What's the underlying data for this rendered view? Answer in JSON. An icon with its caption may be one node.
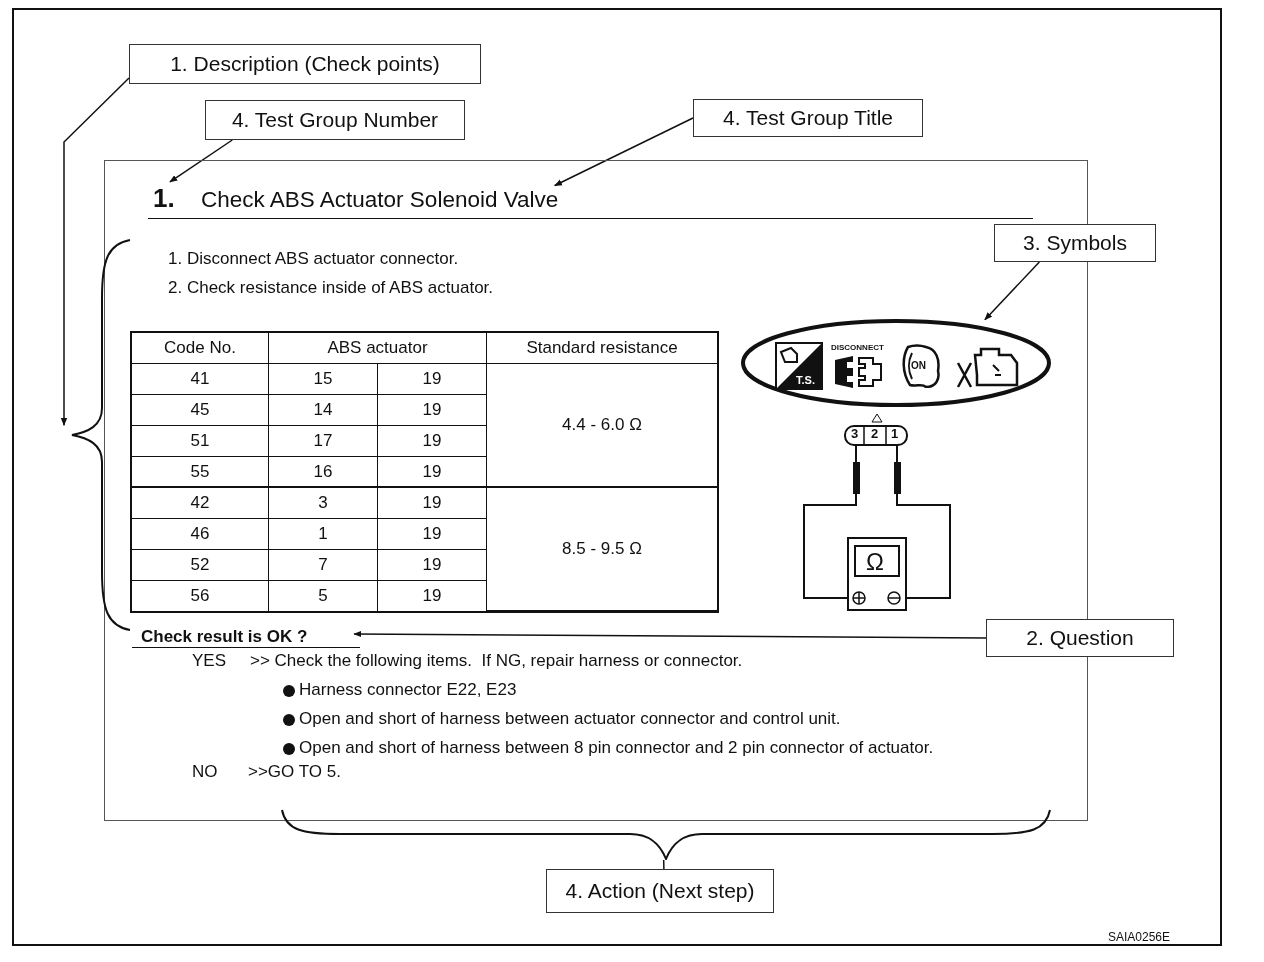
{
  "diagram": {
    "nodes": [
      {
        "text": [
          "1. Description (Check points)"
        ]
      },
      {
        "text": [
          "4. Test Group Number"
        ]
      },
      {
        "text": [
          "4. Test Group Title"
        ]
      },
      {
        "text": [
          "3. Symbols"
        ]
      },
      {
        "text": [
          "2. Question"
        ]
      },
      {
        "text": [
          "4. Action (Next step)"
        ]
      },
      {
        "text": [],
        "shape": "box"
      },
      {
        "text": [
          "1."
        ],
        "in": 6
      },
      {
        "text": [
          "Check ABS Actuator Solenoid Valve"
        ],
        "in": 6
      },
      {
        "text": [],
        "shape": "ellipse",
        "in": 6
      },
      {
        "text": [
          "Check result is OK ?"
        ],
        "in": 6
      },
      {
        "text": [],
        "shape": "brace"
      },
      {
        "text": [],
        "shape": "brace"
      }
    ],
    "edges": [
      {
        "from": 0,
        "to": 11,
        "arrow": "to"
      },
      {
        "from": 1,
        "to": 7,
        "arrow": "to"
      },
      {
        "from": 2,
        "to": 8,
        "arrow": "to"
      },
      {
        "from": 3,
        "to": 9,
        "arrow": "to"
      },
      {
        "from": 4,
        "to": 10,
        "arrow": "to"
      },
      {
        "from": 12,
        "to": 5,
        "arrow": "none"
      }
    ],
    "labels": [
      "1. Disconnect ABS actuator connector.",
      "2. Check resistance inside of ABS actuator.",
      "Code No.",
      "ABS actuator",
      "Standard resistance",
      "41",
      "15",
      "19",
      "4.4 - 6.0 Ω",
      "45",
      "14",
      "19",
      "51",
      "17",
      "19",
      "55",
      "16",
      "19",
      "42",
      "3",
      "19",
      "8.5 - 9.5 Ω",
      "46",
      "1",
      "19",
      "52",
      "7",
      "19",
      "56",
      "5",
      "19",
      "T.S.",
      "DISCONNECT",
      "ON",
      "3",
      "2",
      "1",
      "Ω",
      "YES",
      ">> Check the following items.  If NG, repair harness or connector.",
      "Harness connector E22, E23",
      "Open and short of harness between actuator connector and control unit.",
      "Open and short of harness between 8 pin connector and 2 pin connector of actuator.",
      "NO",
      ">>GO TO 5.",
      "SAIA0256E"
    ]
  }
}
